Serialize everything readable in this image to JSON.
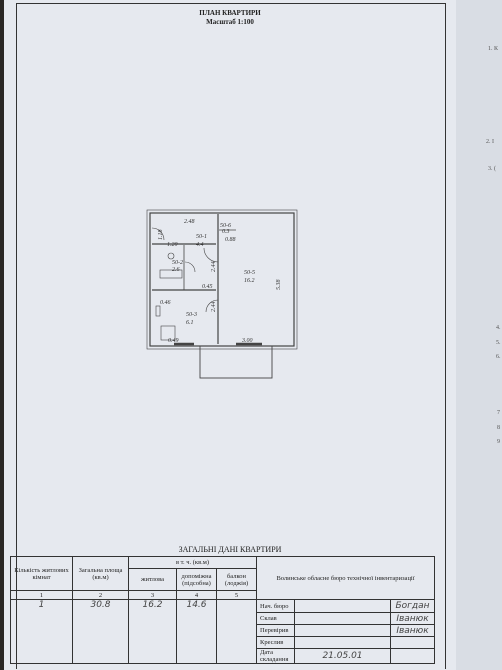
{
  "header": {
    "title": "ПЛАН КВАРТИРИ",
    "scale": "Масштаб 1:100"
  },
  "side_marks": [
    "1. К",
    "2. І",
    "3. (",
    "4.",
    "5.",
    "6.",
    "7",
    "8",
    "9"
  ],
  "plan": {
    "rooms": [
      {
        "code": "50-1",
        "area": "4.4"
      },
      {
        "code": "50-2",
        "area": "2.6"
      },
      {
        "code": "50-3",
        "area": "6.1"
      },
      {
        "code": "50-5",
        "area": "16.2"
      },
      {
        "code": "50-6",
        "area": "0.3"
      }
    ],
    "dims": [
      "2.48",
      "1.20",
      "0.49",
      "3.00",
      "0.45",
      "5.38",
      "2.44",
      "2.44",
      "0.88",
      "1.18",
      "0.46"
    ]
  },
  "summary": {
    "title": "ЗАГАЛЬНІ ДАНІ КВАРТИРИ",
    "headers": {
      "rooms": "Кількість житлових кімнат",
      "total": "Загальна площа (кв.м)",
      "incl": "в т. ч. (кв.м)",
      "living": "житлова",
      "aux": "допоміжна (підсобна)",
      "balcony": "балкон (лоджія)"
    },
    "col_numbers": [
      "1",
      "2",
      "3",
      "4",
      "5"
    ],
    "values": {
      "rooms": "1",
      "total": "30.8",
      "living": "16.2",
      "aux": "14.6",
      "balcony": ""
    },
    "org": "Волинське обласне бюро технічної інвентаризації",
    "stamp_rows": [
      {
        "label": "Нач. бюро",
        "sign": "",
        "name": "Богдан"
      },
      {
        "label": "Склав",
        "sign": "",
        "name": "Іванюк"
      },
      {
        "label": "Перевірив",
        "sign": "",
        "name": "Іванюк"
      },
      {
        "label": "Креслив",
        "sign": "",
        "name": ""
      },
      {
        "label": "Дата складання",
        "sign": "21.05.01",
        "name": ""
      }
    ]
  }
}
